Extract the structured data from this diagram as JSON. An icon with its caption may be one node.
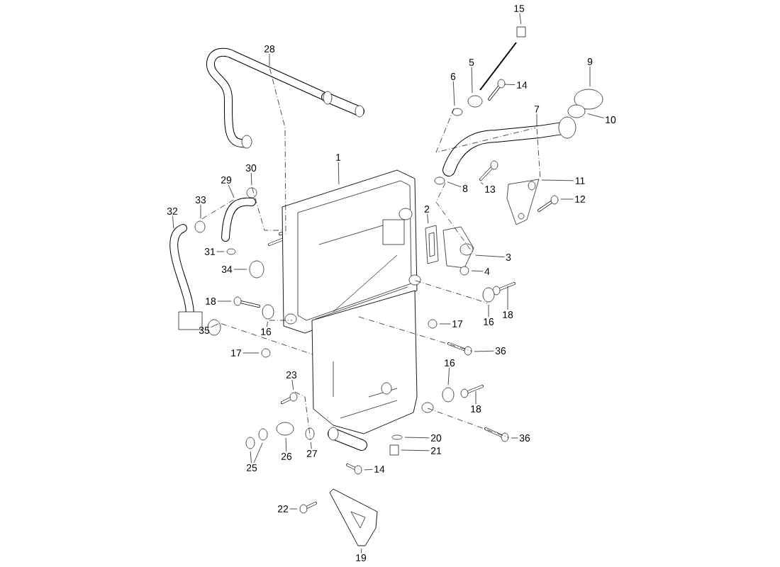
{
  "diagram": {
    "nodes": [
      {
        "text": [
          "15"
        ]
      },
      {
        "text": [
          "28"
        ]
      },
      {
        "text": [
          "5"
        ]
      },
      {
        "text": [
          "9"
        ]
      },
      {
        "text": [
          "6"
        ]
      },
      {
        "text": [
          "14"
        ]
      },
      {
        "text": [
          "7"
        ]
      },
      {
        "text": [
          "10"
        ]
      },
      {
        "text": [
          "1"
        ]
      },
      {
        "text": [
          "30"
        ]
      },
      {
        "text": [
          "29"
        ]
      },
      {
        "text": [
          "11"
        ]
      },
      {
        "text": [
          "8"
        ]
      },
      {
        "text": [
          "13"
        ]
      },
      {
        "text": [
          "33"
        ]
      },
      {
        "text": [
          "12"
        ]
      },
      {
        "text": [
          "2"
        ]
      },
      {
        "text": [
          "32"
        ]
      },
      {
        "text": [
          "31"
        ]
      },
      {
        "text": [
          "3"
        ]
      },
      {
        "text": [
          "34"
        ]
      },
      {
        "text": [
          "4"
        ]
      },
      {
        "text": [
          "18"
        ]
      },
      {
        "text": [
          "18"
        ]
      },
      {
        "text": [
          "16"
        ]
      },
      {
        "text": [
          "17"
        ]
      },
      {
        "text": [
          "35"
        ]
      },
      {
        "text": [
          "16"
        ]
      },
      {
        "text": [
          "36"
        ]
      },
      {
        "text": [
          "17"
        ]
      },
      {
        "text": [
          "16"
        ]
      },
      {
        "text": [
          "23"
        ]
      },
      {
        "text": [
          "18"
        ]
      },
      {
        "text": [
          "20"
        ]
      },
      {
        "text": [
          "36"
        ]
      },
      {
        "text": [
          "21"
        ]
      },
      {
        "text": [
          "27"
        ]
      },
      {
        "text": [
          "26"
        ]
      },
      {
        "text": [
          "25"
        ]
      },
      {
        "text": [
          "14"
        ]
      },
      {
        "text": [
          "22"
        ]
      },
      {
        "text": [
          "19"
        ]
      },
      {
        "text": [],
        "shape": "picture"
      },
      {
        "text": [],
        "shape": "picture"
      },
      {
        "text": [],
        "shape": "circle"
      },
      {
        "text": [],
        "shape": "circle"
      },
      {
        "text": [],
        "shape": "circle"
      },
      {
        "text": [],
        "shape": "picture"
      },
      {
        "text": [],
        "shape": "picture"
      },
      {
        "text": [],
        "shape": "circle"
      },
      {
        "text": [],
        "shape": "picture"
      },
      {
        "text": [],
        "shape": "circle"
      },
      {
        "text": [],
        "shape": "picture"
      },
      {
        "text": [],
        "shape": "picture"
      },
      {
        "text": [],
        "shape": "circle"
      },
      {
        "text": [],
        "shape": "picture"
      },
      {
        "text": [],
        "shape": "circle"
      },
      {
        "text": [],
        "shape": "picture"
      },
      {
        "text": [],
        "shape": "picture"
      },
      {
        "text": [],
        "shape": "picture"
      },
      {
        "text": [],
        "shape": "circle"
      },
      {
        "text": [],
        "shape": "picture"
      },
      {
        "text": [],
        "shape": "circle"
      },
      {
        "text": [],
        "shape": "circle"
      },
      {
        "text": [],
        "shape": "picture"
      },
      {
        "text": [],
        "shape": "picture"
      },
      {
        "text": [],
        "shape": "circle"
      },
      {
        "text": [],
        "shape": "circle"
      },
      {
        "text": [],
        "shape": "circle"
      },
      {
        "text": [],
        "shape": "circle"
      },
      {
        "text": [],
        "shape": "picture"
      },
      {
        "text": [],
        "shape": "circle"
      },
      {
        "text": [],
        "shape": "circle"
      },
      {
        "text": [],
        "shape": "picture"
      },
      {
        "text": [],
        "shape": "picture"
      },
      {
        "text": [],
        "shape": "circle"
      },
      {
        "text": [],
        "shape": "picture"
      },
      {
        "text": [],
        "shape": "box"
      },
      {
        "text": [],
        "shape": "circle"
      },
      {
        "text": [],
        "shape": "circle"
      },
      {
        "text": [],
        "shape": "circle"
      },
      {
        "text": [],
        "shape": "circle"
      },
      {
        "text": [],
        "shape": "picture"
      },
      {
        "text": [],
        "shape": "picture"
      },
      {
        "text": [],
        "shape": "picture"
      },
      {
        "text": [],
        "shape": "picture"
      }
    ],
    "edges": [
      {
        "from": 0,
        "to": 42,
        "arrow": "none"
      },
      {
        "from": 1,
        "to": 43,
        "arrow": "none"
      },
      {
        "from": 2,
        "to": 44,
        "arrow": "none"
      },
      {
        "from": 3,
        "to": 45,
        "arrow": "none"
      },
      {
        "from": 4,
        "to": 46,
        "arrow": "none"
      },
      {
        "from": 5,
        "to": 47,
        "arrow": "none"
      },
      {
        "from": 6,
        "to": 48,
        "arrow": "none"
      },
      {
        "from": 7,
        "to": 49,
        "arrow": "none"
      },
      {
        "from": 8,
        "to": 50,
        "arrow": "none"
      },
      {
        "from": 9,
        "to": 51,
        "arrow": "none"
      },
      {
        "from": 10,
        "to": 52,
        "arrow": "none"
      },
      {
        "from": 11,
        "to": 53,
        "arrow": "none"
      },
      {
        "from": 12,
        "to": 54,
        "arrow": "none"
      },
      {
        "from": 13,
        "to": 55,
        "arrow": "none"
      },
      {
        "from": 14,
        "to": 56,
        "arrow": "none"
      },
      {
        "from": 15,
        "to": 57,
        "arrow": "none"
      },
      {
        "from": 16,
        "to": 58,
        "arrow": "none"
      },
      {
        "from": 17,
        "to": 59,
        "arrow": "none"
      },
      {
        "from": 18,
        "to": 60,
        "arrow": "none"
      },
      {
        "from": 19,
        "to": 61,
        "arrow": "none"
      },
      {
        "from": 20,
        "to": 62,
        "arrow": "none"
      },
      {
        "from": 21,
        "to": 63,
        "arrow": "none"
      },
      {
        "from": 22,
        "to": 64,
        "arrow": "none"
      },
      {
        "from": 23,
        "to": 65,
        "arrow": "none"
      },
      {
        "from": 24,
        "to": 66,
        "arrow": "none"
      },
      {
        "from": 25,
        "to": 67,
        "arrow": "none"
      },
      {
        "from": 26,
        "to": 68,
        "arrow": "none"
      },
      {
        "from": 27,
        "to": 69,
        "arrow": "none"
      },
      {
        "from": 28,
        "to": 70,
        "arrow": "none"
      },
      {
        "from": 29,
        "to": 71,
        "arrow": "none"
      },
      {
        "from": 30,
        "to": 72,
        "arrow": "none"
      },
      {
        "from": 31,
        "to": 73,
        "arrow": "none"
      },
      {
        "from": 32,
        "to": 74,
        "arrow": "none"
      },
      {
        "from": 33,
        "to": 75,
        "arrow": "none"
      },
      {
        "from": 34,
        "to": 76,
        "arrow": "none"
      },
      {
        "from": 35,
        "to": 77,
        "arrow": "none"
      },
      {
        "from": 36,
        "to": 78,
        "arrow": "none"
      },
      {
        "from": 37,
        "to": 79,
        "arrow": "none"
      },
      {
        "from": 38,
        "to": 80,
        "arrow": "none"
      },
      {
        "from": 38,
        "to": 81,
        "arrow": "none"
      },
      {
        "from": 39,
        "to": 82,
        "arrow": "none"
      },
      {
        "from": 40,
        "to": 83,
        "arrow": "none"
      },
      {
        "from": 41,
        "to": 84,
        "arrow": "none"
      },
      {
        "from": 43,
        "to": 50,
        "arrow": "none",
        "style": "dashed"
      },
      {
        "from": 51,
        "to": 50,
        "arrow": "none",
        "style": "dashed"
      },
      {
        "from": 56,
        "to": 52,
        "arrow": "none",
        "style": "dashed"
      },
      {
        "from": 46,
        "to": 48,
        "arrow": "none",
        "style": "dashed"
      },
      {
        "from": 54,
        "to": 61,
        "arrow": "none",
        "style": "dashed"
      },
      {
        "from": 48,
        "to": 53,
        "arrow": "none",
        "style": "dashed"
      },
      {
        "from": 68,
        "to": 50,
        "arrow": "none",
        "style": "dashed"
      },
      {
        "from": 69,
        "to": 50,
        "arrow": "none",
        "style": "dashed"
      },
      {
        "from": 50,
        "to": 66,
        "arrow": "none",
        "style": "dashed"
      },
      {
        "from": 50,
        "to": 70,
        "arrow": "none",
        "style": "dashed"
      },
      {
        "from": 50,
        "to": 76,
        "arrow": "none",
        "style": "dashed"
      },
      {
        "from": 73,
        "to": 78,
        "arrow": "none",
        "style": "dashed"
      }
    ]
  }
}
